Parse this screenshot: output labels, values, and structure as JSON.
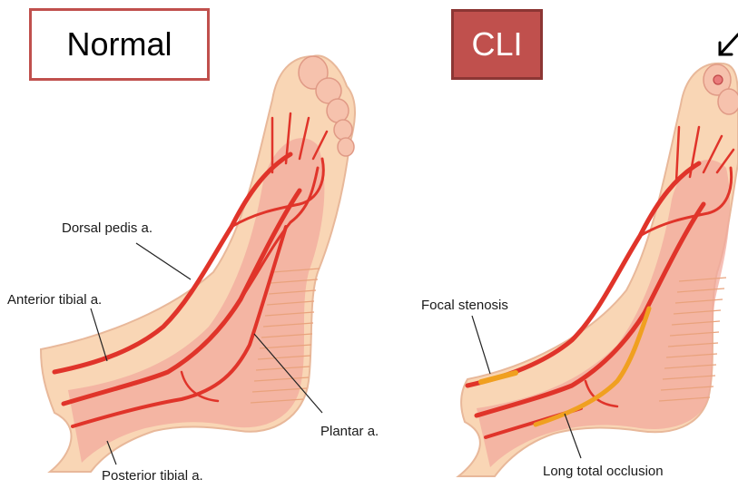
{
  "panels": {
    "normal": {
      "tag": "Normal",
      "labels": {
        "dorsal_pedis": "Dorsal pedis a.",
        "anterior_tibial": "Anterior tibial a.",
        "plantar": "Plantar a.",
        "posterior_tibial": "Posterior tibial a."
      }
    },
    "cli": {
      "tag": "CLI",
      "labels": {
        "focal_stenosis": "Focal stenosis",
        "long_total_occlusion": "Long total occlusion"
      }
    }
  },
  "colors": {
    "skin": "#f9d6b5",
    "soft_tissue": "#f2a99d",
    "artery": "#e0342a",
    "lesion": "#f0a020",
    "tag_accent": "#c0504d"
  }
}
